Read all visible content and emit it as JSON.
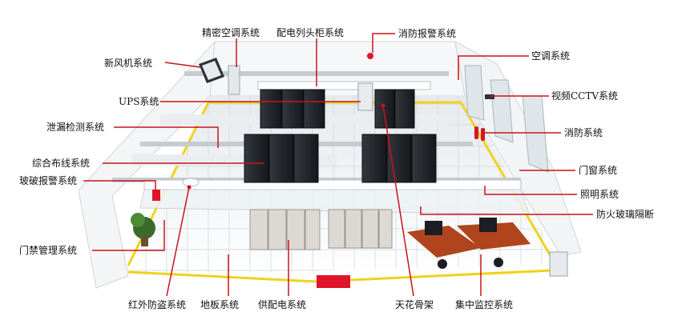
{
  "colors": {
    "leader": "#c8141e",
    "rack": "#1f2328",
    "floor": "#eef1f3",
    "wall": "#f7f8f9",
    "yellow_trim": "#f0d21c",
    "cabinet": "#d9d6d2",
    "desk": "#b0441c",
    "red_mat": "#e0152a"
  },
  "labels": {
    "precision_ac": "精密空调系统",
    "power_distribution_cabinet": "配电列头柜系统",
    "fire_alarm": "消防报警系统",
    "fresh_air": "新风机系统",
    "air_conditioning": "空调系统",
    "ups": "UPS系统",
    "video_cctv": "视频CCTV系统",
    "leak_detection": "泄漏检测系统",
    "fire_protection": "消防系统",
    "integrated_cabling": "综合布线系统",
    "doors_windows": "门窗系统",
    "glass_break_alarm": "玻破报警系统",
    "lighting": "照明系统",
    "fireproof_glass_partition": "防火玻璃隔断",
    "access_control": "门禁管理系统",
    "infrared_security": "红外防盗系统",
    "raised_floor": "地板系统",
    "power_supply": "供配电系统",
    "ceiling_frame": "天花骨架",
    "central_monitoring": "集中监控系统"
  }
}
